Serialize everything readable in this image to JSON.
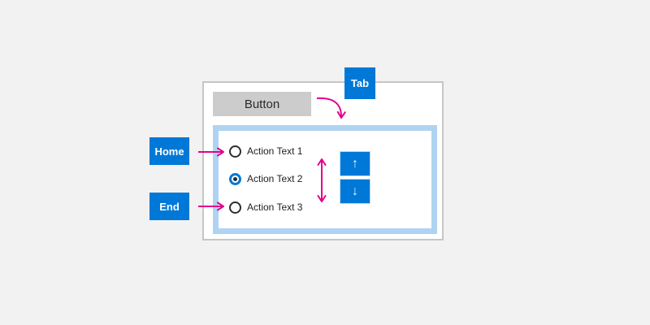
{
  "diagram": "keyboard-navigation-illustration",
  "colors": {
    "background": "#F2F2F2",
    "panel_background": "#FFFFFF",
    "panel_border": "#C6C6C6",
    "demo_button_background": "#CCCCCC",
    "accent_blue": "#0078D7",
    "focus_region_border": "#AFD3F2",
    "annotation_magenta": "#E3008C",
    "text_dark": "#1F1F1F"
  },
  "keys": {
    "tab": "Tab",
    "home": "Home",
    "end": "End"
  },
  "panel": {
    "button_label": "Button",
    "radio_group": {
      "items": [
        {
          "label": "Action Text 1",
          "selected": false
        },
        {
          "label": "Action Text 2",
          "selected": true
        },
        {
          "label": "Action Text 3",
          "selected": false
        }
      ]
    },
    "spinner": {
      "up_icon": "↑",
      "down_icon": "↓"
    }
  }
}
